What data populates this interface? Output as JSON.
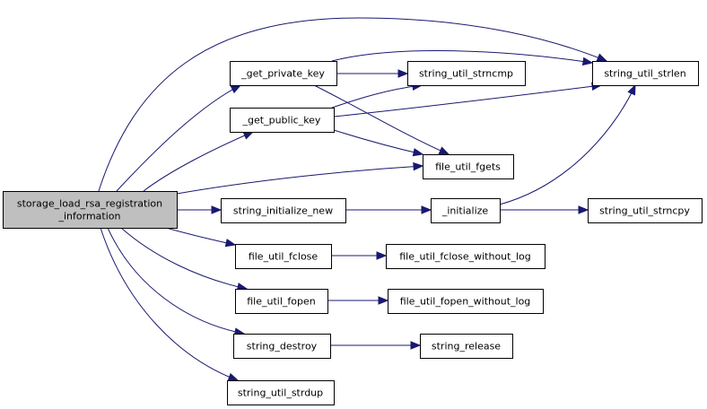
{
  "diagram": {
    "type": "call-graph",
    "colors": {
      "edge": "#191970",
      "root_fill": "#bfbfbf",
      "node_fill": "#ffffff",
      "node_border": "#000000"
    },
    "nodes": [
      {
        "id": "root",
        "lines": [
          "storage_load_rsa_registration",
          "_information"
        ]
      },
      {
        "id": "get_private_key",
        "lines": [
          "_get_private_key"
        ]
      },
      {
        "id": "get_public_key",
        "lines": [
          "_get_public_key"
        ]
      },
      {
        "id": "file_util_fgets",
        "lines": [
          "file_util_fgets"
        ]
      },
      {
        "id": "string_initialize_new",
        "lines": [
          "string_initialize_new"
        ]
      },
      {
        "id": "file_util_fclose",
        "lines": [
          "file_util_fclose"
        ]
      },
      {
        "id": "file_util_fopen",
        "lines": [
          "file_util_fopen"
        ]
      },
      {
        "id": "string_destroy",
        "lines": [
          "string_destroy"
        ]
      },
      {
        "id": "string_util_strdup",
        "lines": [
          "string_util_strdup"
        ]
      },
      {
        "id": "string_util_strncmp",
        "lines": [
          "string_util_strncmp"
        ]
      },
      {
        "id": "string_util_strlen",
        "lines": [
          "string_util_strlen"
        ]
      },
      {
        "id": "initialize",
        "lines": [
          "_initialize"
        ]
      },
      {
        "id": "string_util_strncpy",
        "lines": [
          "string_util_strncpy"
        ]
      },
      {
        "id": "file_util_fclose_without_log",
        "lines": [
          "file_util_fclose_without_log"
        ]
      },
      {
        "id": "file_util_fopen_without_log",
        "lines": [
          "file_util_fopen_without_log"
        ]
      },
      {
        "id": "string_release",
        "lines": [
          "string_release"
        ]
      }
    ],
    "edges": [
      {
        "from": "root",
        "to": "string_util_strlen"
      },
      {
        "from": "root",
        "to": "get_private_key"
      },
      {
        "from": "root",
        "to": "get_public_key"
      },
      {
        "from": "root",
        "to": "file_util_fgets"
      },
      {
        "from": "root",
        "to": "string_initialize_new"
      },
      {
        "from": "root",
        "to": "file_util_fclose"
      },
      {
        "from": "root",
        "to": "file_util_fopen"
      },
      {
        "from": "root",
        "to": "string_destroy"
      },
      {
        "from": "root",
        "to": "string_util_strdup"
      },
      {
        "from": "get_private_key",
        "to": "string_util_strlen"
      },
      {
        "from": "get_private_key",
        "to": "string_util_strncmp"
      },
      {
        "from": "get_private_key",
        "to": "file_util_fgets"
      },
      {
        "from": "get_public_key",
        "to": "string_util_strncmp"
      },
      {
        "from": "get_public_key",
        "to": "string_util_strlen"
      },
      {
        "from": "get_public_key",
        "to": "file_util_fgets"
      },
      {
        "from": "string_initialize_new",
        "to": "initialize"
      },
      {
        "from": "initialize",
        "to": "string_util_strlen"
      },
      {
        "from": "initialize",
        "to": "string_util_strncpy"
      },
      {
        "from": "file_util_fclose",
        "to": "file_util_fclose_without_log"
      },
      {
        "from": "file_util_fopen",
        "to": "file_util_fopen_without_log"
      },
      {
        "from": "string_destroy",
        "to": "string_release"
      }
    ]
  }
}
